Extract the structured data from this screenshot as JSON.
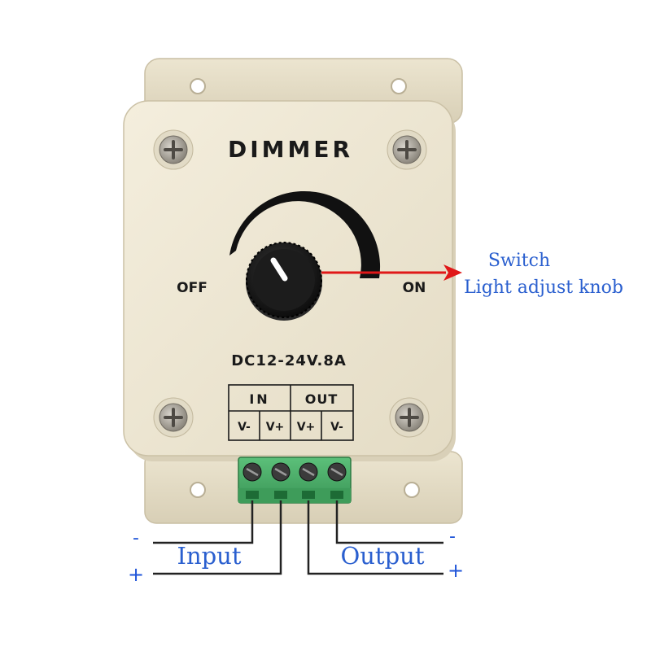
{
  "device": {
    "title": "DIMMER",
    "off_label": "OFF",
    "on_label": "ON",
    "rating": "DC12-24V.8A",
    "in_label": "IN",
    "out_label": "OUT",
    "terminals": [
      "V-",
      "V+",
      "V+",
      "V-"
    ]
  },
  "annotations": {
    "switch_label": "Switch",
    "knob_label": "Light adjust knob",
    "input_label": "Input",
    "output_label": "Output",
    "input_minus": "-",
    "input_plus": "+",
    "output_minus": "-",
    "output_plus": "+"
  },
  "colors": {
    "housing": "#efe8d6",
    "housing_shade": "#d9d0b8",
    "terminal_block": "#4caf6a",
    "arrow": "#e01818",
    "annotation_text": "#2a5fcf",
    "wire": "#222222"
  },
  "icons": {
    "screw": "phillips-screw-icon",
    "knob": "rotary-knob-icon",
    "arrow": "red-arrow-icon"
  }
}
